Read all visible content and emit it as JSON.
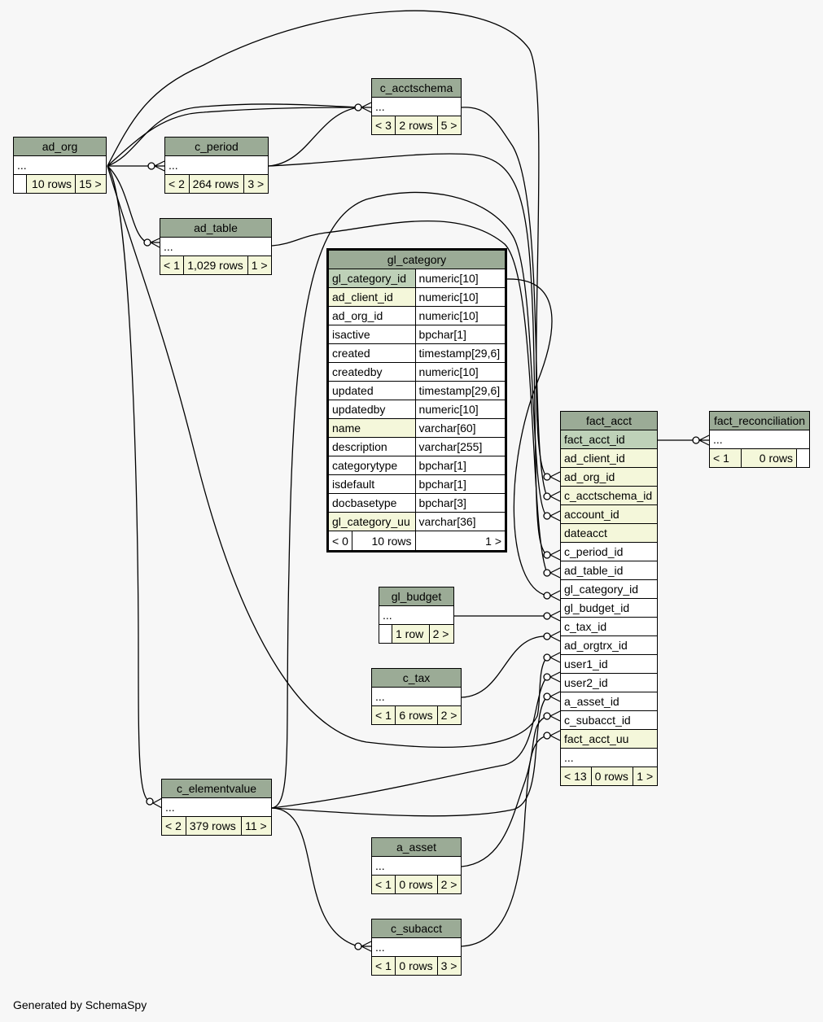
{
  "tables": {
    "ad_org": {
      "name": "ad_org",
      "placeholder": "...",
      "foot": [
        "",
        "10 rows",
        "15 >"
      ]
    },
    "c_period": {
      "name": "c_period",
      "placeholder": "...",
      "foot": [
        "< 2",
        "264 rows",
        "3 >"
      ]
    },
    "ad_table": {
      "name": "ad_table",
      "placeholder": "...",
      "foot": [
        "< 1",
        "1,029 rows",
        "1 >"
      ]
    },
    "c_acctschema": {
      "name": "c_acctschema",
      "placeholder": "...",
      "foot": [
        "< 3",
        "2 rows",
        "5 >"
      ]
    },
    "gl_budget": {
      "name": "gl_budget",
      "placeholder": "...",
      "foot": [
        "",
        "1 row",
        "2 >"
      ]
    },
    "c_tax": {
      "name": "c_tax",
      "placeholder": "...",
      "foot": [
        "< 1",
        "6 rows",
        "2 >"
      ]
    },
    "c_elementvalue": {
      "name": "c_elementvalue",
      "placeholder": "...",
      "foot": [
        "< 2",
        "379 rows",
        "11 >"
      ]
    },
    "a_asset": {
      "name": "a_asset",
      "placeholder": "...",
      "foot": [
        "< 1",
        "0 rows",
        "2 >"
      ]
    },
    "c_subacct": {
      "name": "c_subacct",
      "placeholder": "...",
      "foot": [
        "< 1",
        "0 rows",
        "3 >"
      ]
    },
    "fact_reconciliation": {
      "name": "fact_reconciliation",
      "placeholder": "...",
      "foot": [
        "< 1",
        "0 rows",
        ""
      ]
    }
  },
  "gl_category": {
    "name": "gl_category",
    "columns": [
      {
        "name": "gl_category_id",
        "type": "numeric[10]"
      },
      {
        "name": "ad_client_id",
        "type": "numeric[10]"
      },
      {
        "name": "ad_org_id",
        "type": "numeric[10]"
      },
      {
        "name": "isactive",
        "type": "bpchar[1]"
      },
      {
        "name": "created",
        "type": "timestamp[29,6]"
      },
      {
        "name": "createdby",
        "type": "numeric[10]"
      },
      {
        "name": "updated",
        "type": "timestamp[29,6]"
      },
      {
        "name": "updatedby",
        "type": "numeric[10]"
      },
      {
        "name": "name",
        "type": "varchar[60]"
      },
      {
        "name": "description",
        "type": "varchar[255]"
      },
      {
        "name": "categorytype",
        "type": "bpchar[1]"
      },
      {
        "name": "isdefault",
        "type": "bpchar[1]"
      },
      {
        "name": "docbasetype",
        "type": "bpchar[3]"
      },
      {
        "name": "gl_category_uu",
        "type": "varchar[36]"
      }
    ],
    "foot": [
      "< 0",
      "10 rows",
      "1 >"
    ]
  },
  "fact_acct": {
    "name": "fact_acct",
    "columns": [
      "fact_acct_id",
      "ad_client_id",
      "ad_org_id",
      "c_acctschema_id",
      "account_id",
      "dateacct",
      "c_period_id",
      "ad_table_id",
      "gl_category_id",
      "gl_budget_id",
      "c_tax_id",
      "ad_orgtrx_id",
      "user1_id",
      "user2_id",
      "a_asset_id",
      "c_subacct_id",
      "fact_acct_uu",
      "..."
    ],
    "foot": [
      "< 13",
      "0 rows",
      "1 >"
    ]
  },
  "footer": {
    "credit": "Generated by SchemaSpy"
  },
  "colors": {
    "header": "#9bab96",
    "primary_key": "#bed1b8",
    "indexed": "#f4f7da",
    "background": "#f7f7f7"
  }
}
